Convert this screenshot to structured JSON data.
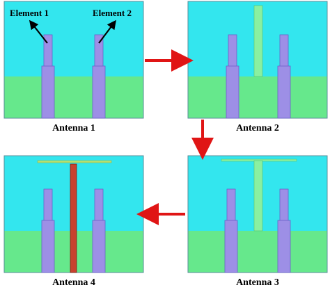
{
  "colors": {
    "substrate_top": "#33E6EE",
    "ground": "#66E88C",
    "element": "#9D8FE6",
    "element_edge": "#6B5EC8",
    "feed_stub": "#8AF0A0",
    "parasitic": "#C8412E",
    "parasitic_edge": "#7A2214",
    "arrow_red": "#E01515",
    "arrow_black": "#000000",
    "panel_edge": "#5A8E9A"
  },
  "labels": {
    "element_1": "Element 1",
    "element_2": "Element 2"
  },
  "panels": [
    {
      "id": "antenna-1",
      "caption": "Antenna 1"
    },
    {
      "id": "antenna-2",
      "caption": "Antenna 2"
    },
    {
      "id": "antenna-3",
      "caption": "Antenna 3"
    },
    {
      "id": "antenna-4",
      "caption": "Antenna 4"
    }
  ]
}
